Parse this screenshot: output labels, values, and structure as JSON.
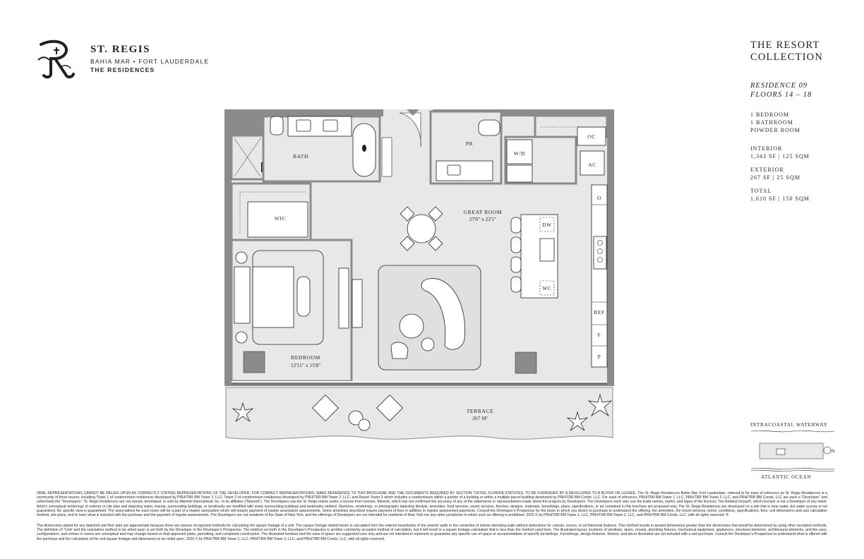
{
  "brand": {
    "name": "ST. REGIS",
    "location": "BAHIA MAR • FORT LAUDERDALE",
    "tagline": "THE RESIDENCES"
  },
  "collection": {
    "line1": "THE RESORT",
    "line2": "COLLECTION"
  },
  "residence": {
    "name": "RESIDENCE 09",
    "floors": "FLOORS 14 – 18"
  },
  "specs": {
    "bedrooms": "1 BEDROOM",
    "bathrooms": "1 BATHROOM",
    "powder": "POWDER ROOM",
    "interior_label": "INTERIOR",
    "interior_value": "1,343 SF | 125 SQM",
    "exterior_label": "EXTERIOR",
    "exterior_value": "267 SF | 25 SQM",
    "total_label": "TOTAL",
    "total_value": "1,610 SF | 150 SQM"
  },
  "rooms": {
    "bath": "BATH",
    "pr": "PR",
    "wd": "W/D",
    "oc": "OC",
    "ac": "AC",
    "wic": "WIC",
    "great_room": "GREAT ROOM",
    "great_room_dim": "27'0\" x 22'1\"",
    "dw": "DW",
    "wc": "WC",
    "o": "O",
    "ref": "REF",
    "f": "F",
    "p": "P",
    "bedroom": "BEDROOM",
    "bedroom_dim": "12'11\" x 15'8\"",
    "terrace": "TERRACE",
    "terrace_dim": "267 SF"
  },
  "keyplan": {
    "waterway": "INTRACOASTAL WATERWAY",
    "ocean": "ATLANTIC OCEAN",
    "north": "N"
  },
  "disclaimer": {
    "p1": "ORAL REPRESENTATIONS CANNOT BE RELIED UPON AS CORRECTLY STATING REPRESENTATIONS OF THE DEVELOPER. FOR CORRECT REPRESENTATIONS, MAKE REFERENCE TO THIS BROCHURE AND THE DOCUMENTS REQUIRED BY SECTION 718.503, FLORIDA STATUTES, TO BE FURNISHED BY A DEVELOPER TO A BUYER OR LESSEE. The St. Regis Residences Bahia Mar, Fort Lauderdale, referred to for ease of reference as St. Regis Residences is a community of three towers; including Tower 1 of condominium residences developed by PRH/TRR BM Tower 1, LLC; Tower 2 of condominium residences developed by PRH/TRR BM Tower 2, LLC; and Resort Tower 3 which includes a condominium within a portion of a building or within a multiple parcel building developed by PRH/TRR BM Condo, LLC. For ease of reference, PRH/TRR BM Tower 1, LLC, PRH/TRR BM Tower 2, LLC, and PRH/TRR BM Condo, LLC are each a \"Developer\" and collectively the \"Developers.\" St. Regis Residences are not owned, developed, or sold by Marriott International, Inc. or its affiliates (\"Marriott\"). The Developers use the St. Regis marks under a license from licensor, Marriott, which has not confirmed the accuracy of any of the statements or representations made about the projects by Developers. The Developers each also use the trade names, marks, and logos of the licensor, The Related Group®, which licensor is not a Developer of any tower. Artist's conceptual renderings of exterior or site plan and depicting water, marina, surrounding buildings, or landmarks are modified with some surrounding buildings and landmarks omitted. Sketches, renderings, or photographs depicting lifestyle, amenities, food services, resort services, finishes, designs, materials, furnishings, plans, specifications, or art contained in this brochure are proposed only. The St. Regis Residences are developed on a site that is near water, but water access is not guaranteed. No specific view is guaranteed. The associations for each tower will be a part of a master association which will require payment of master association assessments. Some amenities described require payment of fees in addition to regular assessment payments. Consult the Developer's Prospectus for the tower in which you desire to purchase to understand the offering, the amenities, the resort services, terms, conditions, specifications, fees, unit dimensions and size calculation method, site plans, and to learn what is included with the purchase and the payment of regular assessments. The Developers are not residents of the State of New York, and the offerings of Developers are not intended for residents of New York nor any other jurisdiction in which such an offering is prohibited. 2025 © by PRH/TRR BM Tower 1, LLC, PRH/TRR BM Tower 2, LLC, and PRH/TRR BM Condo, LLC, with all rights reserved. ®",
    "p2": "The dimensions stated for any depicted unit floor plan are approximate because there are various recognized methods for calculating the square footage of a unit. The square footage stated herein is calculated from the exterior boundaries of the exterior walls to the centerline of interior demising walls without deductions for cutouts, curves, or architectural features. This method results in quoted dimensions greater than the dimensions that would be determined by using other accepted methods. The definition of \"Unit\" and the calculation method to be relied upon is set forth by the Developer in the Developer's Prospectus. The method set forth in the Developer's Prospectus is another commonly accepted method of calculation, but it will result in a square footage calculation that is less than the method used here. The illustrated layout, locations of windows, doors, closets, plumbing fixtures, mechanical equipment, appliances, structural elements, architectural elements, and the uses, configurations, and entries to rooms are conceptual and may change based on final approved plans, permitting, and completed construction. The illustrated furniture and the uses of space are suggested uses only and are not intended to represent or guarantee any specific use of space or accommodation of specific furnishings. Furnishings, design features, fixtures, and decor illustrated are not included with a unit purchase. Consult the Developer's Prospectus to understand what is offered with the purchase and the calculation of the unit square footage and dimensions to be relied upon. 2025 © by PRH/TRR BM Tower 1, LLC, PRH/TRR BM Tower 2, LLC, and PRH/TRR BM Condo, LLC, with all rights reserved."
  }
}
